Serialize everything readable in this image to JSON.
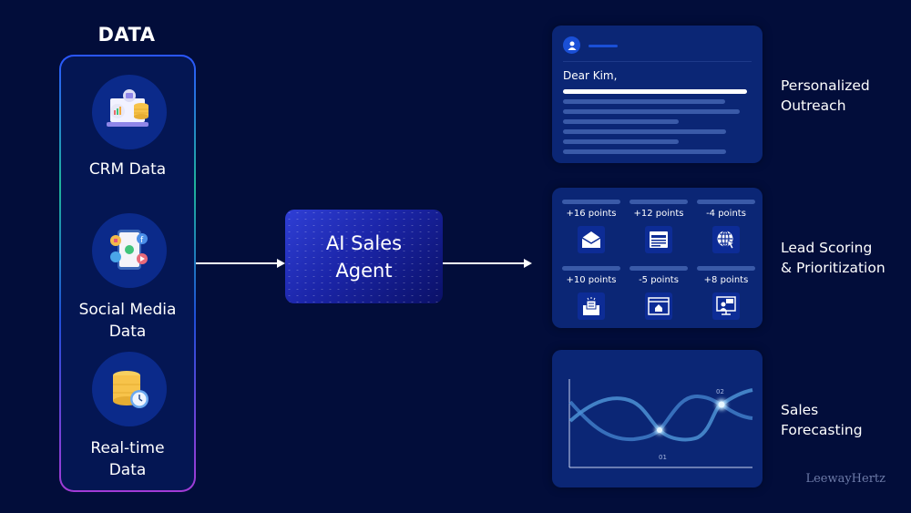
{
  "data_section": {
    "title": "DATA",
    "sources": [
      {
        "label_line1": "CRM Data",
        "label_line2": "",
        "icon": "crm-laptop-icon"
      },
      {
        "label_line1": "Social Media",
        "label_line2": "Data",
        "icon": "social-media-phone-icon"
      },
      {
        "label_line1": "Real-time",
        "label_line2": "Data",
        "icon": "database-clock-icon"
      }
    ]
  },
  "agent": {
    "line1": "AI Sales",
    "line2": "Agent"
  },
  "outputs": [
    {
      "label_line1": "Personalized",
      "label_line2": "Outreach"
    },
    {
      "label_line1": "Lead Scoring",
      "label_line2": "&  Prioritization"
    },
    {
      "label_line1": "Sales",
      "label_line2": "Forecasting"
    }
  ],
  "outreach_card": {
    "greeting": "Dear Kim,"
  },
  "lead_scoring": {
    "items": [
      {
        "points": "+16 points",
        "icon": "open-envelope-icon"
      },
      {
        "points": "+12 points",
        "icon": "web-page-icon"
      },
      {
        "points": "-4 points",
        "icon": "globe-cursor-icon"
      },
      {
        "points": "+10 points",
        "icon": "newsletter-icon"
      },
      {
        "points": "-5 points",
        "icon": "homepage-window-icon"
      },
      {
        "points": "+8 points",
        "icon": "webinar-icon"
      }
    ]
  },
  "forecast_chart": {
    "point1_label": "01",
    "point2_label": "02"
  },
  "watermark": "LeewayHertz",
  "colors": {
    "background": "#020d3a",
    "card": "#0b2675",
    "accent": "#2f3fd6"
  }
}
